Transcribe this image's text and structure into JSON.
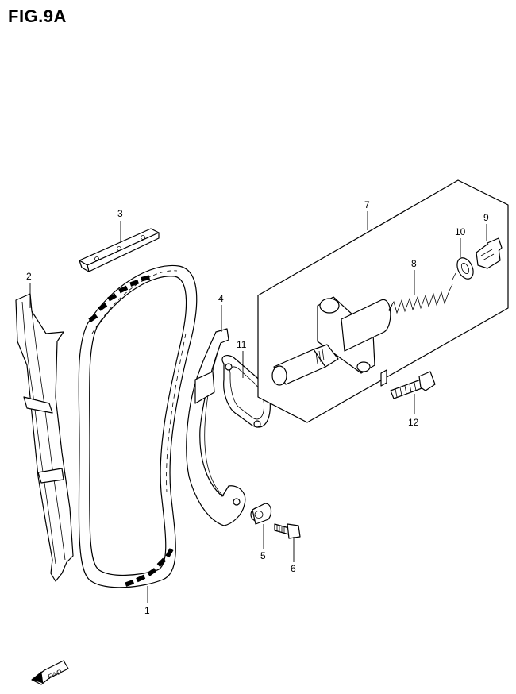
{
  "figure": {
    "title": "FIG.9A"
  },
  "callouts": {
    "c1": "1",
    "c2": "2",
    "c3": "3",
    "c4": "4",
    "c5": "5",
    "c6": "6",
    "c7": "7",
    "c8": "8",
    "c9": "9",
    "c10": "10",
    "c11": "11",
    "c12": "12"
  },
  "direction_arrow": {
    "label": "FWD"
  }
}
